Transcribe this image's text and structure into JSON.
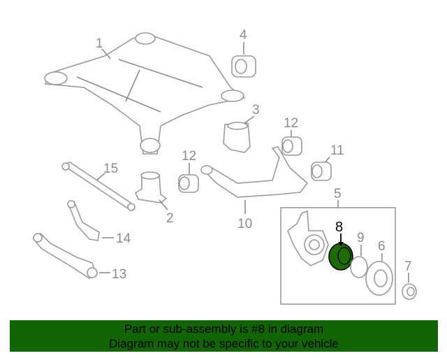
{
  "diagram": {
    "labels": {
      "p1": "1",
      "p2": "2",
      "p3": "3",
      "p4": "4",
      "p5": "5",
      "p6": "6",
      "p7": "7",
      "p8": "8",
      "p9": "9",
      "p10": "10",
      "p11": "11",
      "p12a": "12",
      "p12b": "12",
      "p13": "13",
      "p14": "14",
      "p15": "15"
    },
    "highlighted_part": "8",
    "highlight_color": "#1d6a06"
  },
  "banner": {
    "line1": "Part or sub-assembly is #8 in diagram",
    "line2": "Diagram may not be specific to your vehicle",
    "color": "#136405"
  }
}
